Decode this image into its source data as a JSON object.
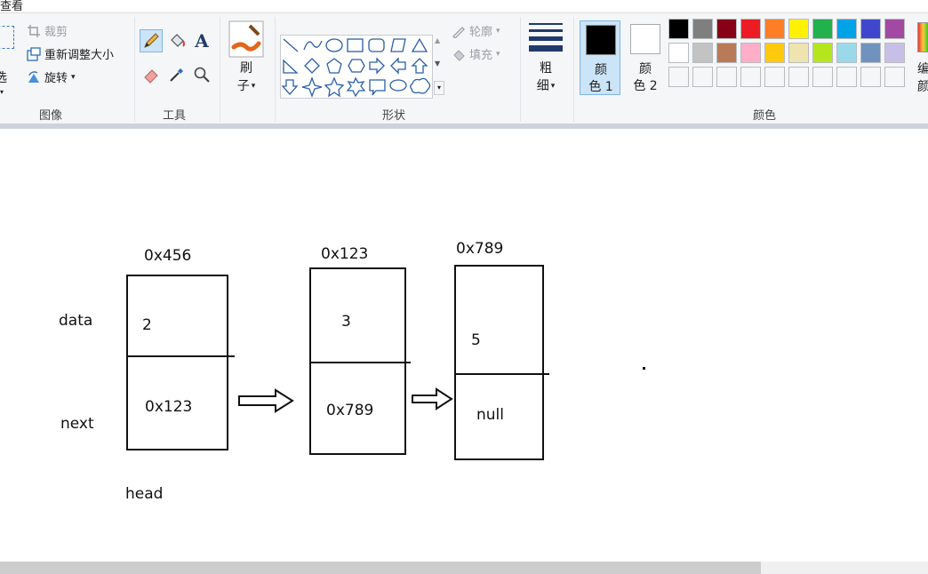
{
  "window": {
    "title_fragment": "查看"
  },
  "ribbon": {
    "image_group": {
      "label": "图像",
      "select_fragment": "选",
      "crop": "裁剪",
      "resize": "重新调整大小",
      "rotate": "旋转"
    },
    "tools_group": {
      "label": "工具"
    },
    "brushes": {
      "label_line1": "刷",
      "label_line2": "子"
    },
    "shapes_group": {
      "label": "形状",
      "outline": "轮廓",
      "fill": "填充"
    },
    "size": {
      "label_line1": "粗",
      "label_line2": "细"
    },
    "colors_group": {
      "label": "颜色",
      "color1_line1": "颜",
      "color1_line2": "色 1",
      "color2_line1": "颜",
      "color2_line2": "色 2",
      "edit_fragment_line1": "编",
      "edit_fragment_line2": "颜",
      "color1": "#000000",
      "color2": "#ffffff",
      "palette_row1": [
        "#000000",
        "#7f7f7f",
        "#880015",
        "#ed1c24",
        "#ff7f27",
        "#fff200",
        "#22b14c",
        "#00a2e8",
        "#3f48cc",
        "#a349a4"
      ],
      "palette_row2": [
        "#ffffff",
        "#c3c3c3",
        "#b97a57",
        "#ffaec9",
        "#ffc90e",
        "#efe4b0",
        "#b5e61d",
        "#99d9ea",
        "#7092be",
        "#c8bfe7"
      ],
      "palette_row3": [
        "#f5f6f7",
        "#f5f6f7",
        "#f5f6f7",
        "#f5f6f7",
        "#f5f6f7",
        "#f5f6f7",
        "#f5f6f7",
        "#f5f6f7",
        "#f5f6f7",
        "#f5f6f7"
      ]
    }
  },
  "canvas": {
    "row_label_data": "data",
    "row_label_next": "next",
    "head_label": "head",
    "nodes": [
      {
        "address": "0x456",
        "data": "2",
        "next": "0x123"
      },
      {
        "address": "0x123",
        "data": "3",
        "next": "0x789"
      },
      {
        "address": "0x789",
        "data": "5",
        "next": "null"
      }
    ]
  }
}
